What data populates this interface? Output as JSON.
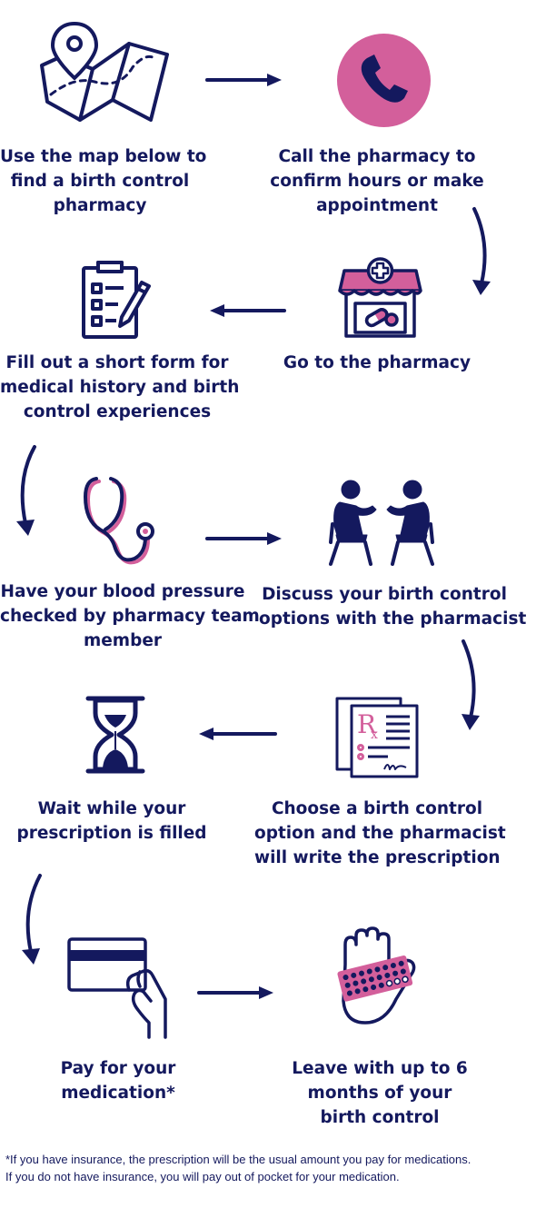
{
  "colors": {
    "navy": "#14195e",
    "pink": "#d35f9b"
  },
  "steps": [
    {
      "id": "map",
      "icon": "map-pin-icon",
      "lines": [
        "Use the map below to",
        "find a birth control",
        "pharmacy"
      ]
    },
    {
      "id": "call",
      "icon": "phone-icon",
      "lines": [
        "Call the pharmacy to",
        "confirm hours or make",
        "appointment"
      ]
    },
    {
      "id": "go",
      "icon": "pharmacy-store-icon",
      "lines": [
        "Go to the pharmacy"
      ]
    },
    {
      "id": "form",
      "icon": "clipboard-form-icon",
      "lines": [
        "Fill out a short form for",
        "medical history and birth",
        "control experiences"
      ]
    },
    {
      "id": "bp",
      "icon": "stethoscope-icon",
      "lines": [
        "Have your blood pressure",
        "checked by pharmacy team",
        "member"
      ]
    },
    {
      "id": "discuss",
      "icon": "consultation-icon",
      "lines": [
        "Discuss your birth control",
        "options with the pharmacist"
      ]
    },
    {
      "id": "choose",
      "icon": "prescription-icon",
      "lines": [
        "Choose a birth control",
        "option and the pharmacist",
        "will write the prescription"
      ]
    },
    {
      "id": "wait",
      "icon": "hourglass-icon",
      "lines": [
        "Wait while your",
        "prescription is filled"
      ]
    },
    {
      "id": "pay",
      "icon": "credit-card-icon",
      "lines": [
        "Pay for your",
        "medication*"
      ]
    },
    {
      "id": "leave",
      "icon": "pill-pack-hand-icon",
      "lines": [
        "Leave with up to 6",
        "months of your",
        "birth control"
      ]
    }
  ],
  "footnote": {
    "lines": [
      "*If you have insurance, the prescription will be the usual amount you pay for medications.",
      "If you do not have insurance, you will pay out of pocket for your medication."
    ]
  }
}
